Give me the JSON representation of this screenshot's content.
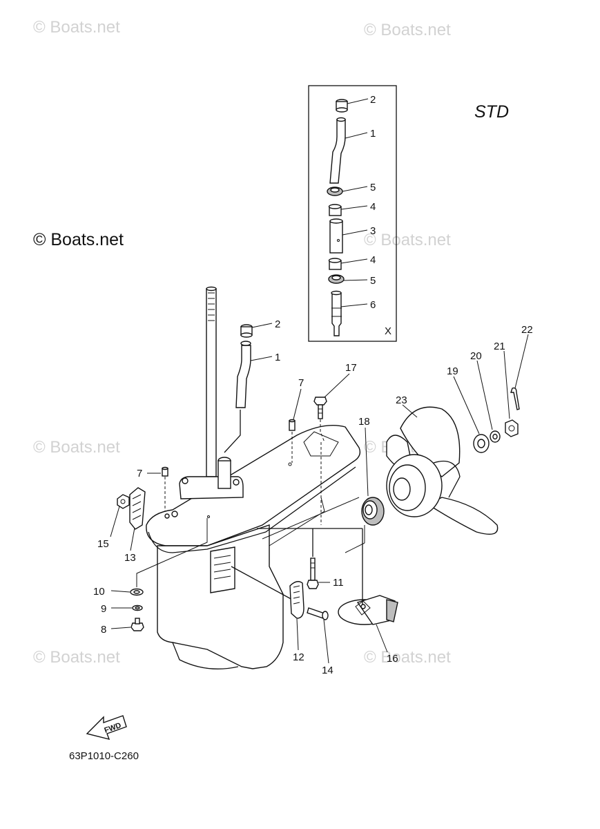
{
  "watermark": {
    "text": "© Boats.net",
    "main_text": "© Boats.net"
  },
  "variant_label": "STD",
  "diagram_code": "63P1010-C260",
  "inset": {
    "box_label": "X",
    "callouts": [
      "2",
      "1",
      "5",
      "4",
      "3",
      "4",
      "5",
      "6"
    ]
  },
  "callouts": [
    "2",
    "1",
    "7",
    "17",
    "22",
    "21",
    "20",
    "19",
    "23",
    "18",
    "7",
    "15",
    "13",
    "10",
    "9",
    "8",
    "11",
    "12",
    "14",
    "16"
  ],
  "fwd_arrow_label": "FWD"
}
